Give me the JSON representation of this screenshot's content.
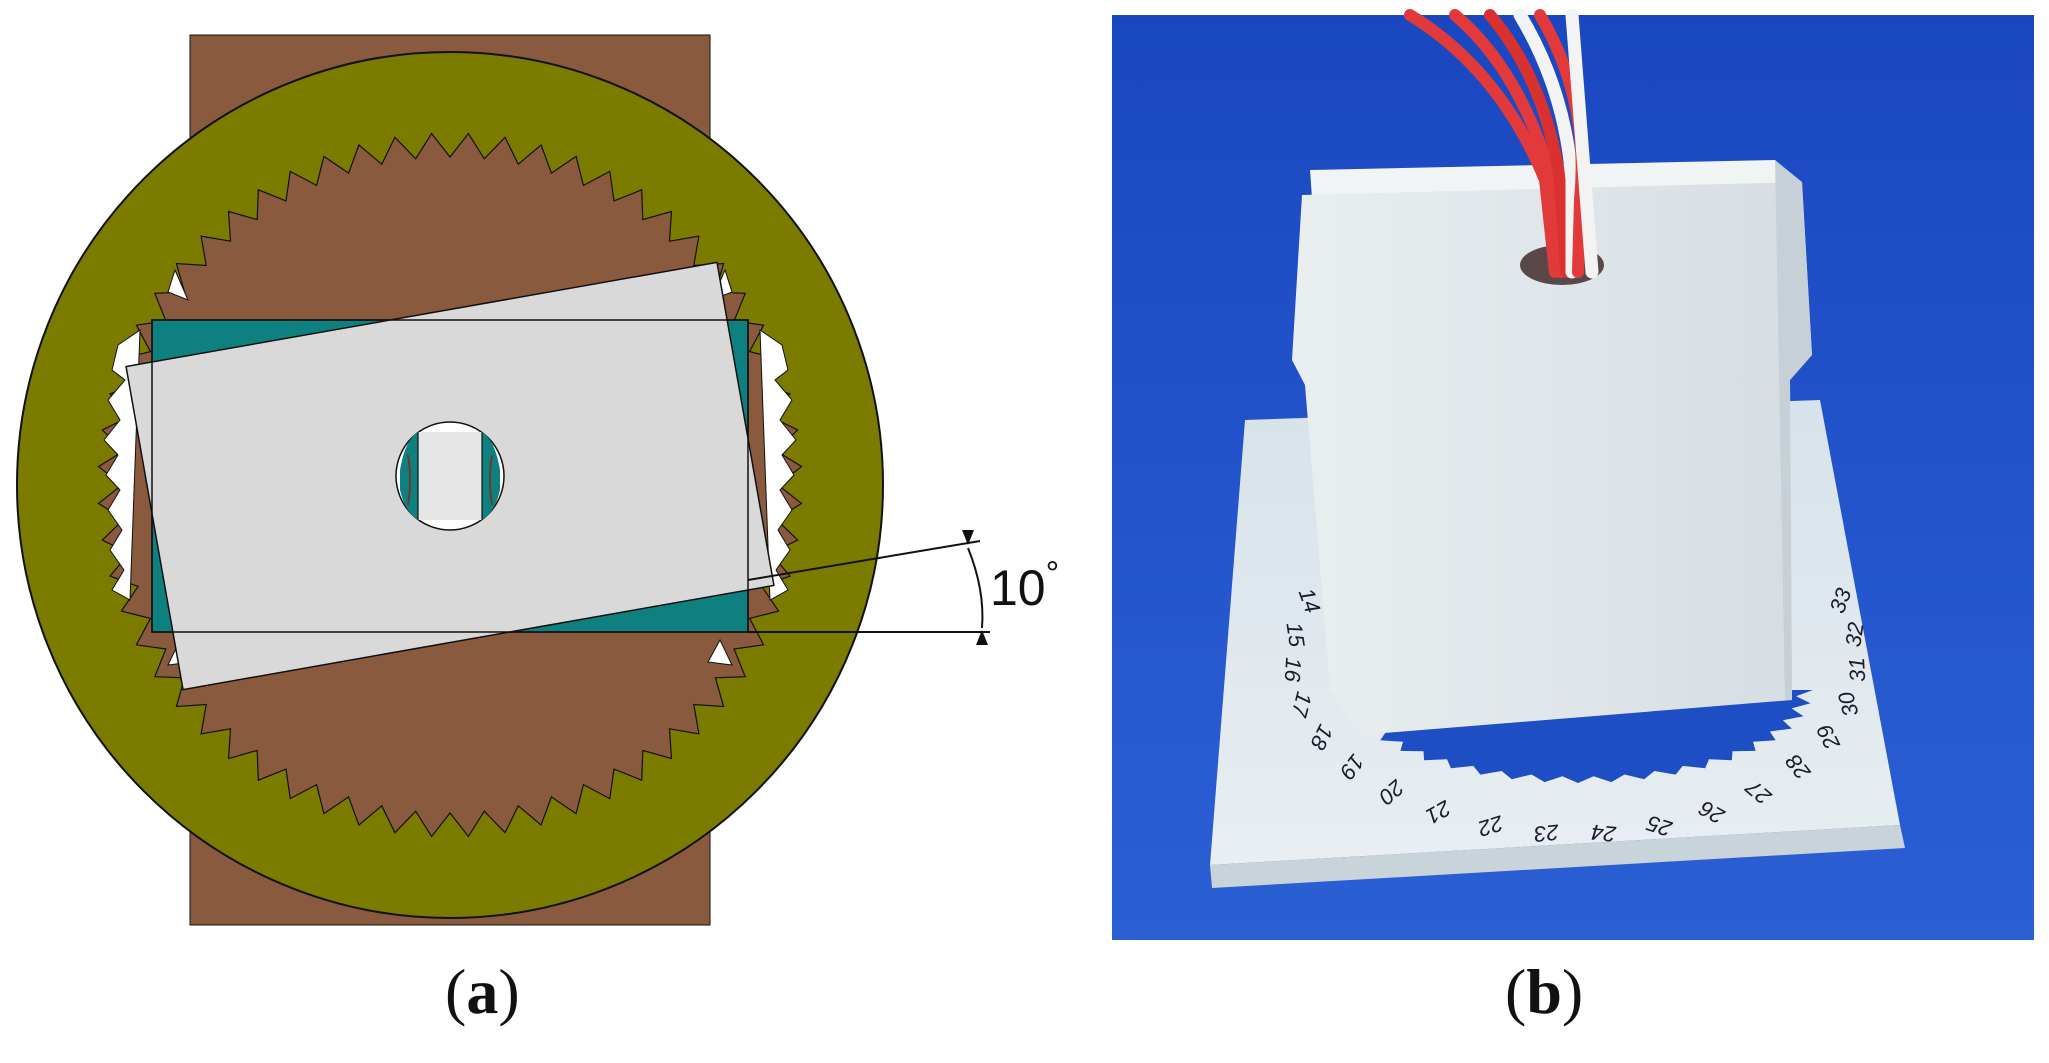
{
  "panel_a": {
    "label_open": "(",
    "label_letter": "a",
    "label_close": ")",
    "angle_value": "10",
    "angle_unit": "°",
    "gear_teeth": 60,
    "rotation_deg": 10,
    "colors": {
      "base": "#8a5a3e",
      "ring": "#7b7b00",
      "plate_fixed": "#0f8080",
      "plate_rotated": "#d9d9d9",
      "outline": "#111111"
    }
  },
  "panel_b": {
    "label_open": "(",
    "label_letter": "b",
    "label_close": ")",
    "scale_numbers": [
      "14",
      "15",
      "16",
      "17",
      "18",
      "19",
      "20",
      "21",
      "22",
      "23",
      "24",
      "25",
      "26",
      "27",
      "28",
      "29",
      "30",
      "31",
      "32",
      "33"
    ],
    "colors": {
      "background": "#1f4fc4",
      "block": "#e8ecee",
      "wire_red": "#e23a3a",
      "wire_white": "#f2f2f2"
    }
  }
}
